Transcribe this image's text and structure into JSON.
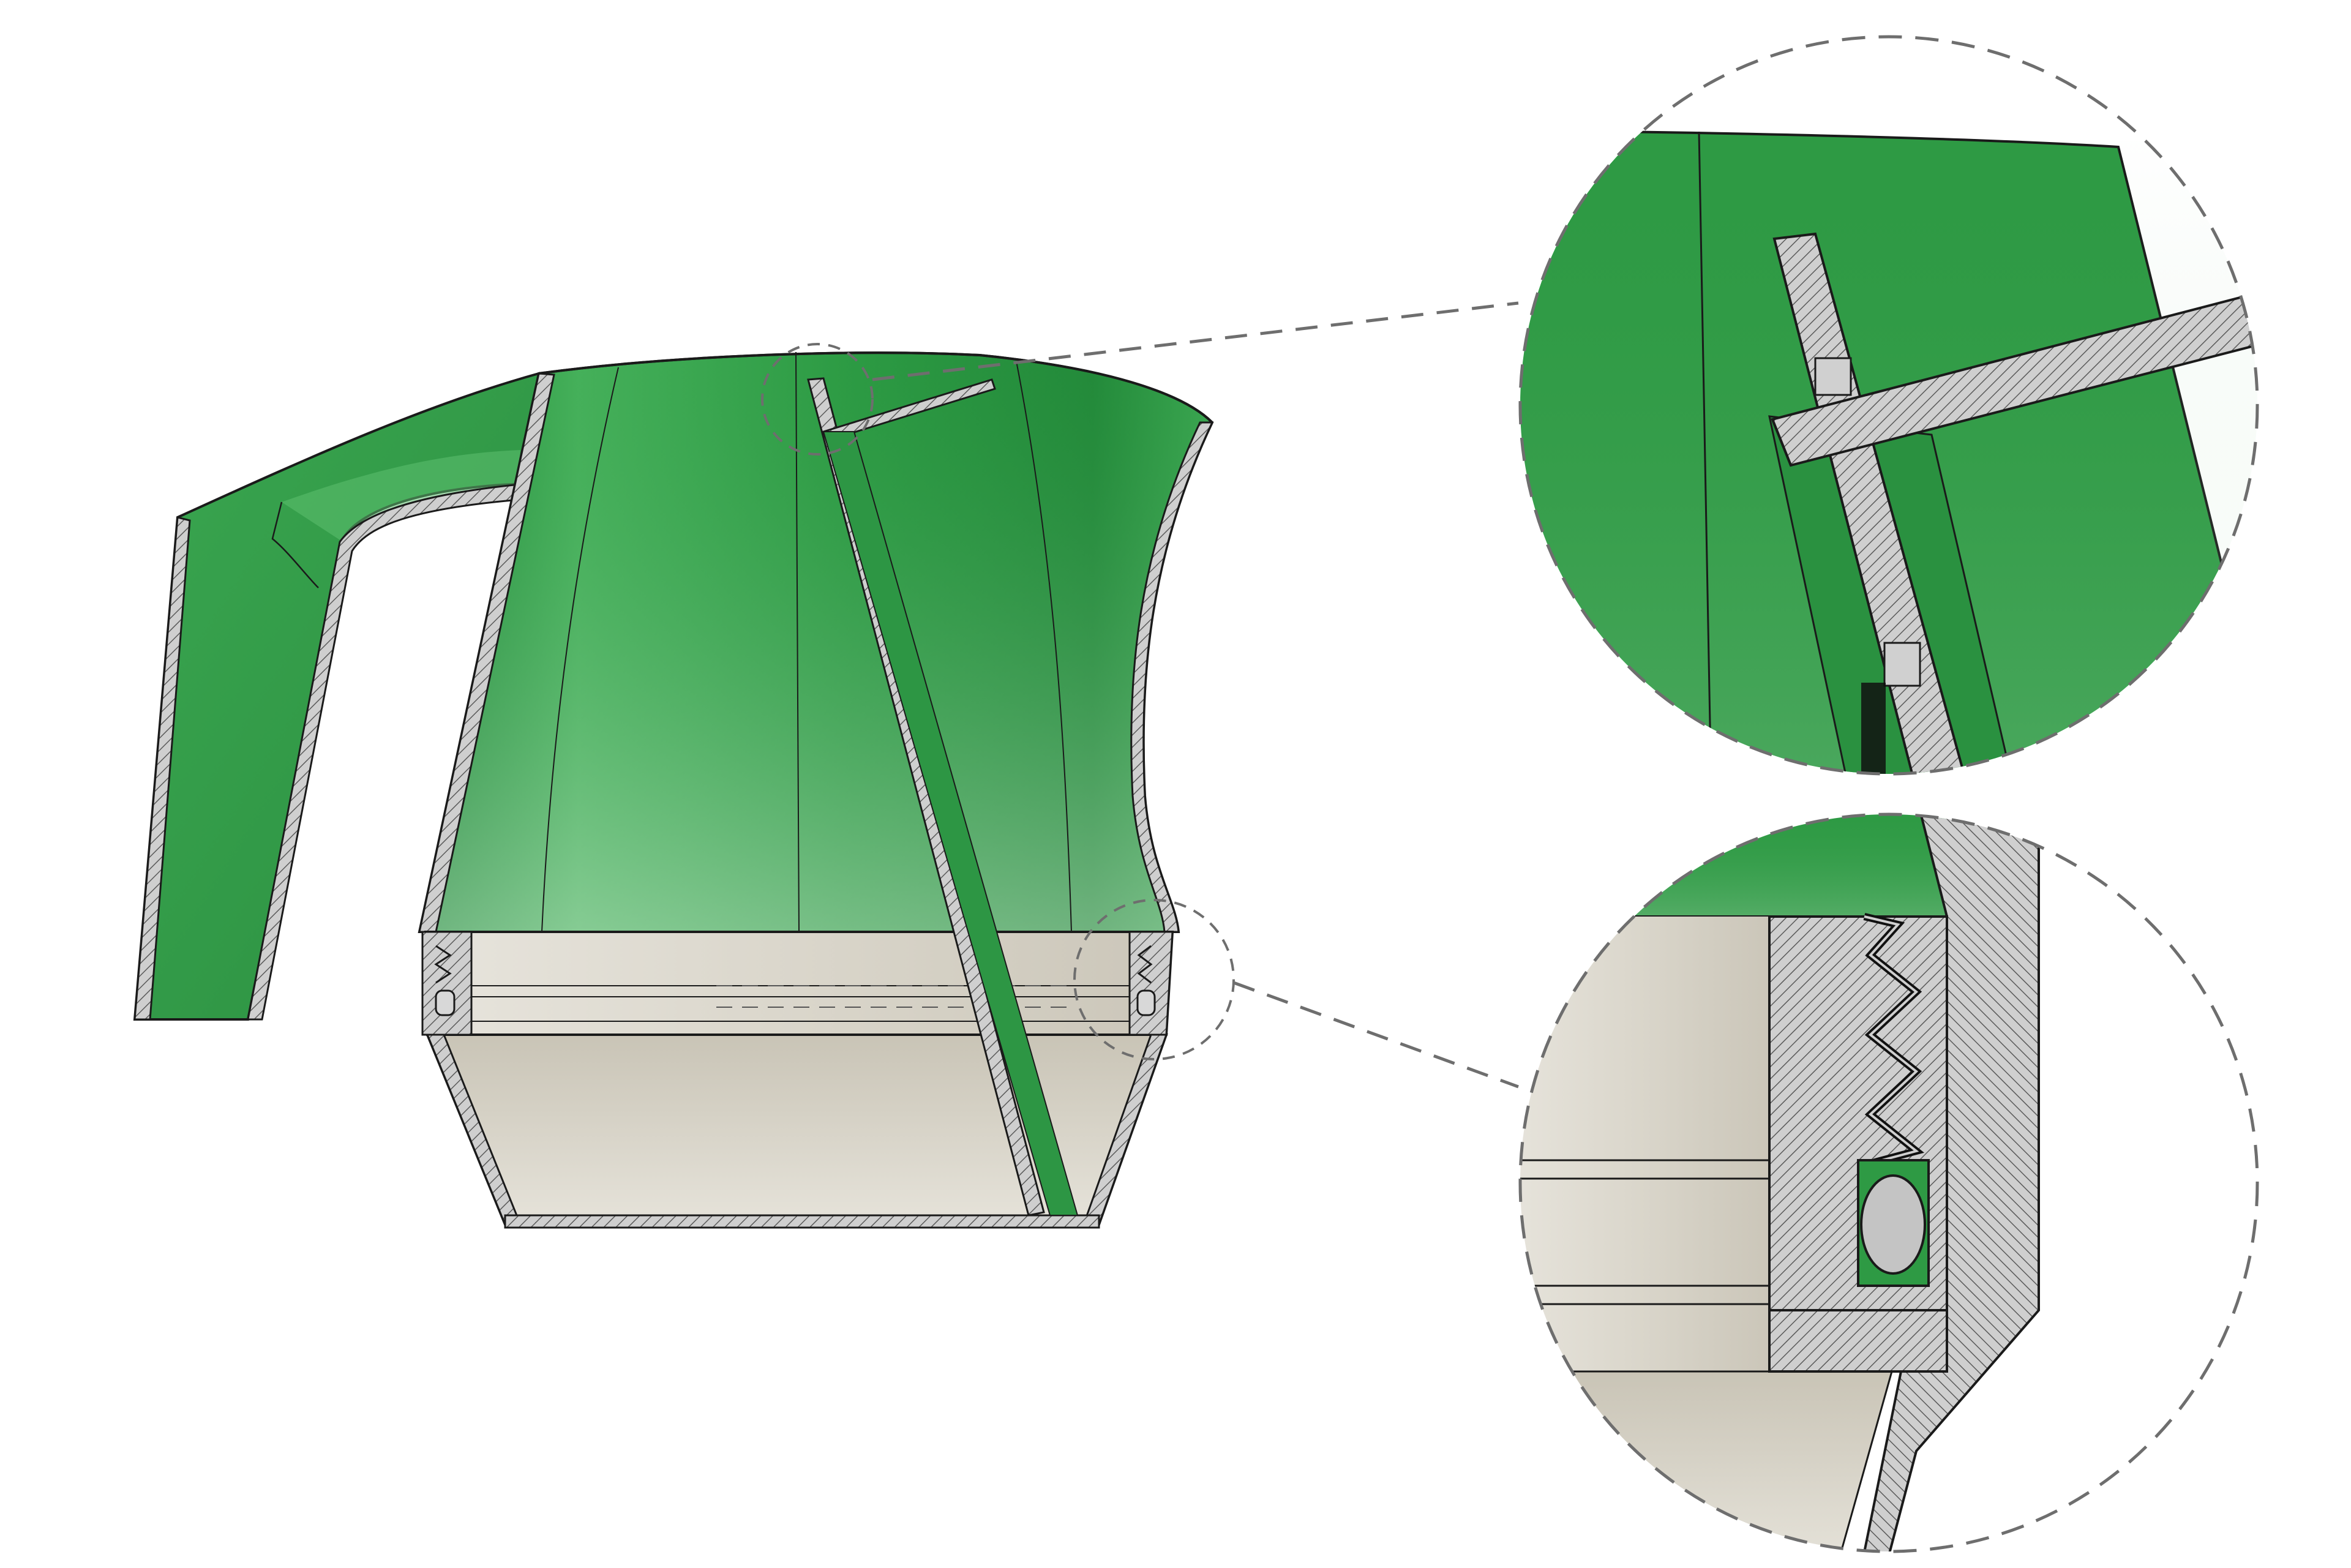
{
  "figure": {
    "kind": "cad-section-view",
    "callouts": [
      {
        "id": "top-detail",
        "label": "divider-slot-detail"
      },
      {
        "id": "bottom-detail",
        "label": "thread-and-o-ring-detail"
      }
    ]
  },
  "colors": {
    "background": "#ffffff",
    "body_green": "#2e9a44",
    "body_green_light": "#4fb862",
    "body_green_dark": "#1f7a33",
    "base_beige": "#dcd9cf",
    "base_beige_dark": "#bdb8aa",
    "section_hatch_fill": "#c9c9c9",
    "section_hatch_line": "#555555",
    "outline": "#1a1a1a",
    "dashed_callout": "#6e6e6e",
    "oring_grey": "#c4c4c4"
  }
}
